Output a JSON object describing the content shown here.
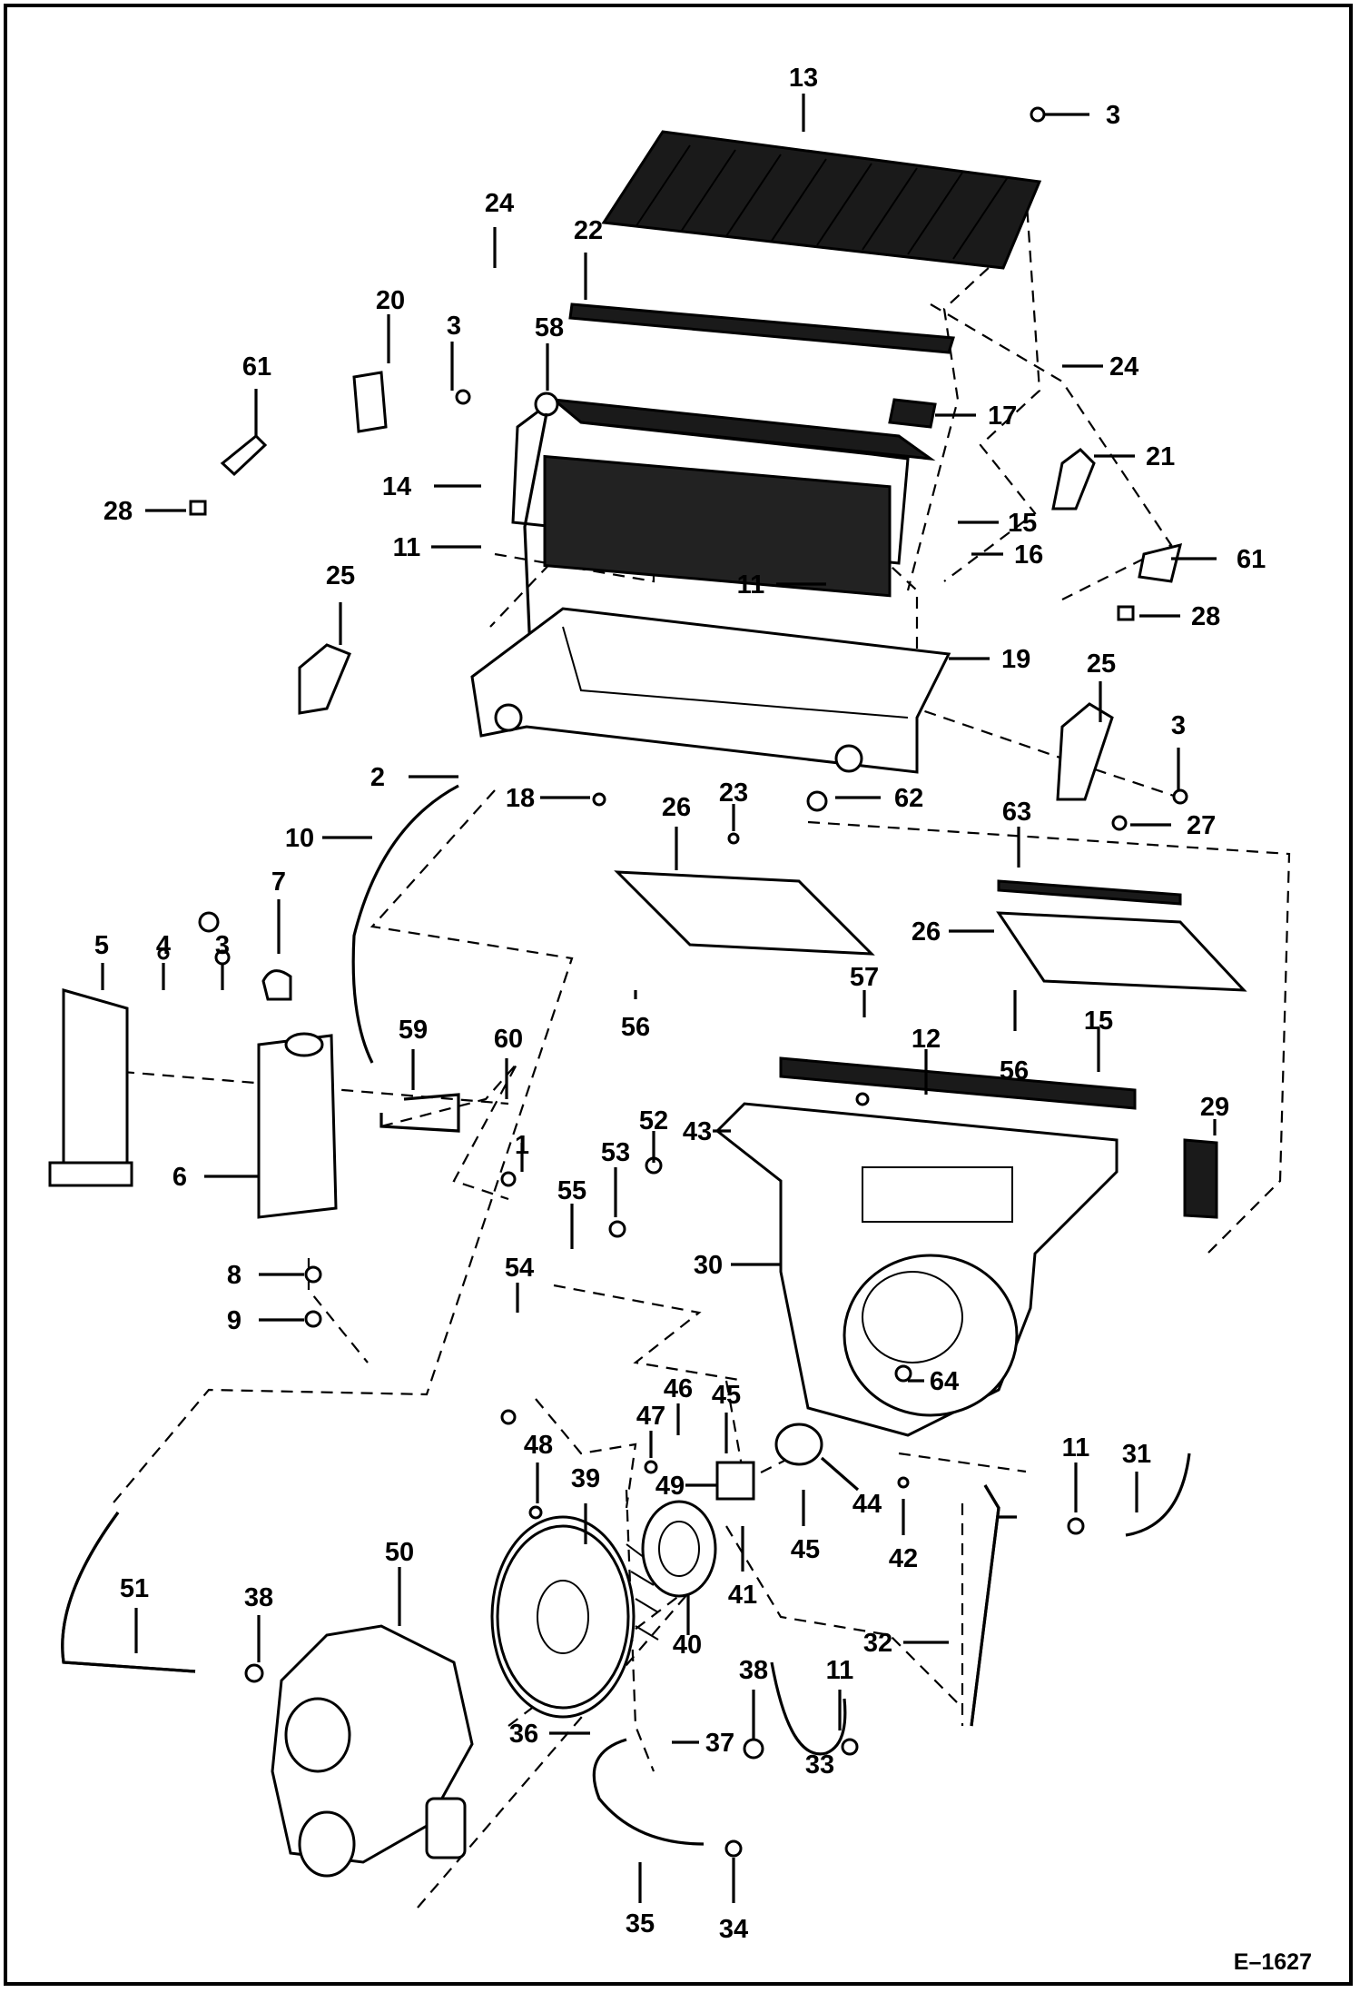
{
  "figure_code": "E–1627",
  "callouts": [
    "13",
    "3",
    "24",
    "22",
    "20",
    "3",
    "58",
    "61",
    "24",
    "17",
    "21",
    "14",
    "28",
    "15",
    "11",
    "16",
    "11",
    "61",
    "28",
    "25",
    "19",
    "25",
    "3",
    "2",
    "18",
    "26",
    "23",
    "62",
    "63",
    "27",
    "10",
    "7",
    "5",
    "4",
    "3",
    "26",
    "59",
    "60",
    "57",
    "56",
    "15",
    "12",
    "56",
    "43",
    "29",
    "1",
    "52",
    "53",
    "6",
    "55",
    "30",
    "8",
    "54",
    "9",
    "64",
    "46",
    "45",
    "47",
    "48",
    "44",
    "49",
    "39",
    "45",
    "11",
    "31",
    "41",
    "42",
    "50",
    "38",
    "51",
    "40",
    "32",
    "38",
    "11",
    "36",
    "37",
    "33",
    "35",
    "34"
  ],
  "colors": {
    "ink": "#000000",
    "paper": "#ffffff"
  }
}
